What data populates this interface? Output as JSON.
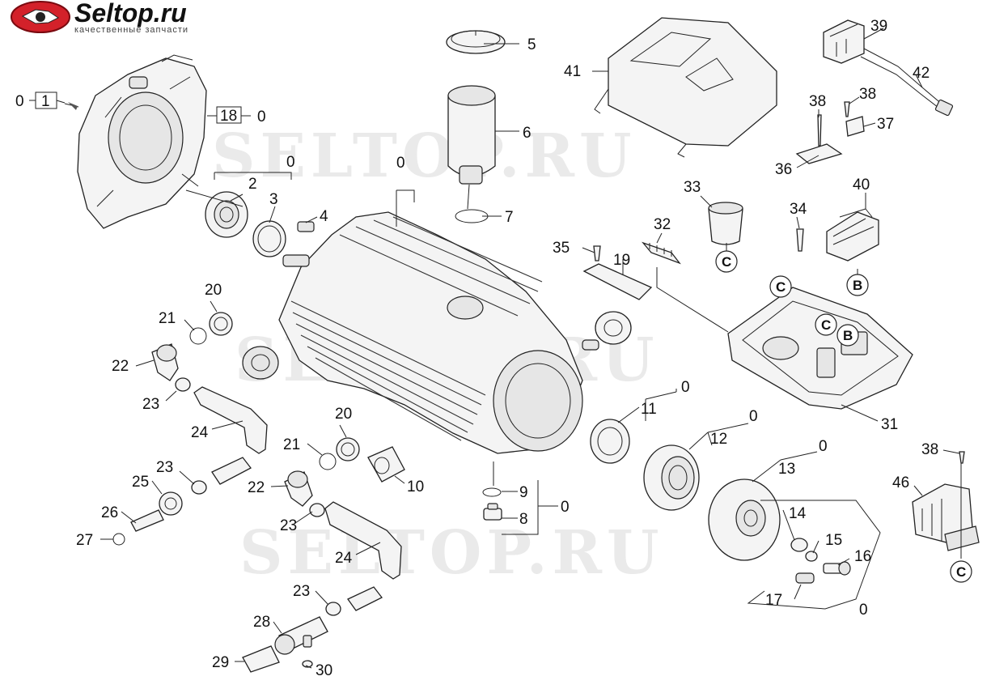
{
  "logo": {
    "name": "Seltop.ru",
    "tagline": "качественные запчасти"
  },
  "watermarks": [
    "SELTOP.RU",
    "SELTOP.RU",
    "SELTOP.RU"
  ],
  "callouts": [
    "0",
    "1",
    "18",
    "0",
    "0",
    "2",
    "3",
    "0",
    "4",
    "5",
    "6",
    "7",
    "20",
    "21",
    "22",
    "23",
    "24",
    "25",
    "23",
    "26",
    "27",
    "20",
    "21",
    "22",
    "23",
    "24",
    "23",
    "28",
    "29",
    "30",
    "10",
    "9",
    "8",
    "0",
    "11",
    "0",
    "12",
    "0",
    "13",
    "0",
    "14",
    "15",
    "16",
    "17",
    "0",
    "35",
    "19",
    "32",
    "33",
    "34",
    "31",
    "41",
    "36",
    "38",
    "37",
    "38",
    "39",
    "42",
    "40",
    "38",
    "46"
  ],
  "circle_letters": [
    "C",
    "C",
    "B",
    "C",
    "C",
    "B",
    "C"
  ]
}
